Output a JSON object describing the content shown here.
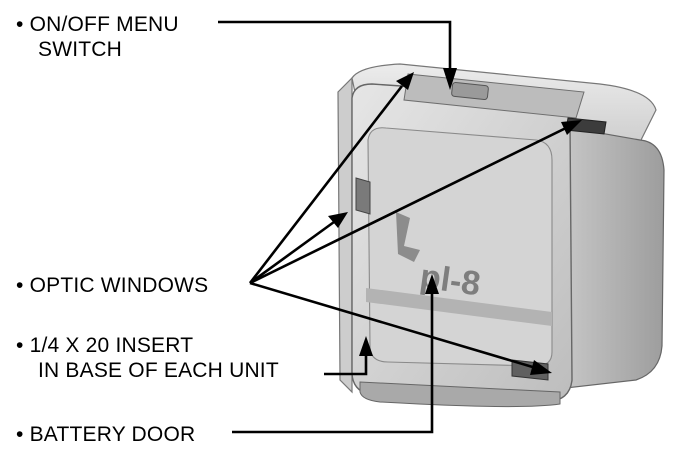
{
  "labels": {
    "on_off_line1": "• ON/OFF MENU",
    "on_off_line2": "SWITCH",
    "optic_windows": "• OPTIC WINDOWS",
    "insert_line1": "• 1/4 X 20 INSERT",
    "insert_line2": "IN BASE OF EACH UNIT",
    "battery_door": "• BATTERY DOOR"
  },
  "device": {
    "logo_text": "pl-8"
  },
  "colors": {
    "device_light": "#dedede",
    "device_mid": "#c4c4c4",
    "device_dark": "#8a8a8a",
    "outline": "#555555",
    "callout": "#000000"
  }
}
